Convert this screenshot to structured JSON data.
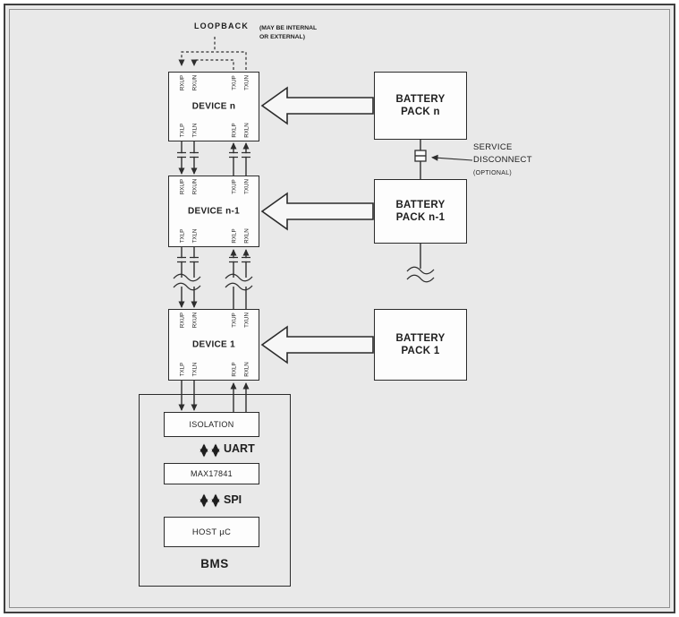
{
  "colors": {
    "background": "#e9e9e9",
    "line": "#2e2e2e",
    "box_fill": "#fdfdfd"
  },
  "loopback": {
    "label": "LOOPBACK",
    "note": [
      "(MAY BE INTERNAL",
      "OR EXTERNAL)"
    ]
  },
  "pins": {
    "top": [
      "RXUP",
      "RXUN",
      "TXUP",
      "TXUN"
    ],
    "bottom": [
      "TXLP",
      "TXLN",
      "RXLP",
      "RXLN"
    ]
  },
  "devices": [
    {
      "name": "DEVICE n"
    },
    {
      "name": "DEVICE n-1"
    },
    {
      "name": "DEVICE 1"
    }
  ],
  "battery_packs": [
    {
      "line1": "BATTERY",
      "line2": "PACK n"
    },
    {
      "line1": "BATTERY",
      "line2": "PACK n-1"
    },
    {
      "line1": "BATTERY",
      "line2": "PACK 1"
    }
  ],
  "service_disconnect": {
    "line1": "SERVICE",
    "line2": "DISCONNECT",
    "line3": "(OPTIONAL)"
  },
  "bms": {
    "label": "BMS",
    "isolation": "ISOLATION",
    "bridge_ic": "MAX17841",
    "host": "HOST µC",
    "uart_label": "UART",
    "spi_label": "SPI"
  }
}
